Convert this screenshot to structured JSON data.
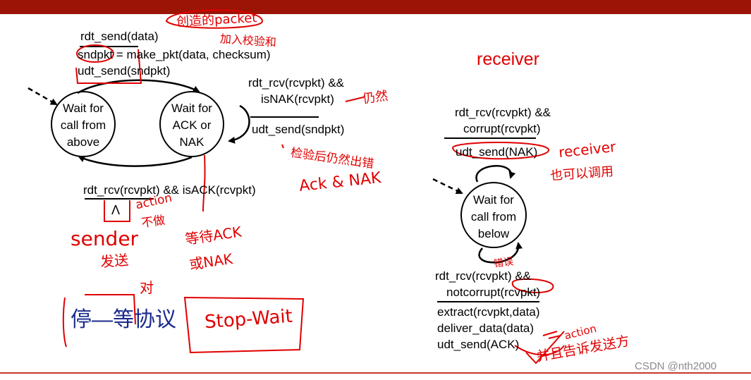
{
  "colors": {
    "bar": "#9b1406",
    "ink": "#000000",
    "handwriting": "#e00000",
    "title_blue": "#1a2a8c"
  },
  "sender": {
    "tr1": {
      "event": "rdt_send(data)",
      "actions": [
        "sndpkt = make_pkt(data, checksum)",
        "udt_send(sndpkt)"
      ]
    },
    "tr2": {
      "event_l1": "rdt_rcv(rcvpkt) &&",
      "event_l2": "isNAK(rcvpkt)",
      "action": "udt_send(sndpkt)"
    },
    "tr3": {
      "event": "rdt_rcv(rcvpkt) && isACK(rcvpkt)",
      "action": "Λ"
    },
    "state1": [
      "Wait for",
      "call from",
      "above"
    ],
    "state2": [
      "Wait for",
      "ACK or",
      "NAK"
    ]
  },
  "receiver": {
    "label": "receiver",
    "tr1": {
      "event_l1": "rdt_rcv(rcvpkt) &&",
      "event_l2": "corrupt(rcvpkt)",
      "action": "udt_send(NAK)"
    },
    "state": [
      "Wait for",
      "call from",
      "below"
    ],
    "tr2": {
      "event_l1": "rdt_rcv(rcvpkt) &&",
      "event_l2": "notcorrupt(rcvpkt)",
      "actions": [
        "extract(rcvpkt,data)",
        "deliver_data(data)",
        "udt_send(ACK)"
      ]
    }
  },
  "annotations": {
    "create_packet": "创造的packet",
    "add_checksum": "加入校验和",
    "still": "仍然",
    "detect_error": "检验后仍然出错",
    "ack_nak": "Ack & NAK",
    "action_label": "action",
    "do_nothing": "不做",
    "sender": "sender",
    "send": "发送",
    "wait_ack_nak_l1": "等待ACK",
    "wait_ack_nak_l2": "或NAK",
    "receiver_l1": "receiver",
    "receiver_l2": "也可以调用",
    "wrong": "错误",
    "action2": "action",
    "tell_sender": "并且告诉发送方",
    "stop_wait": "Stop-Wait",
    "proto_title": "停—等协议",
    "ok": "对"
  },
  "watermark": "CSDN @nth2000"
}
